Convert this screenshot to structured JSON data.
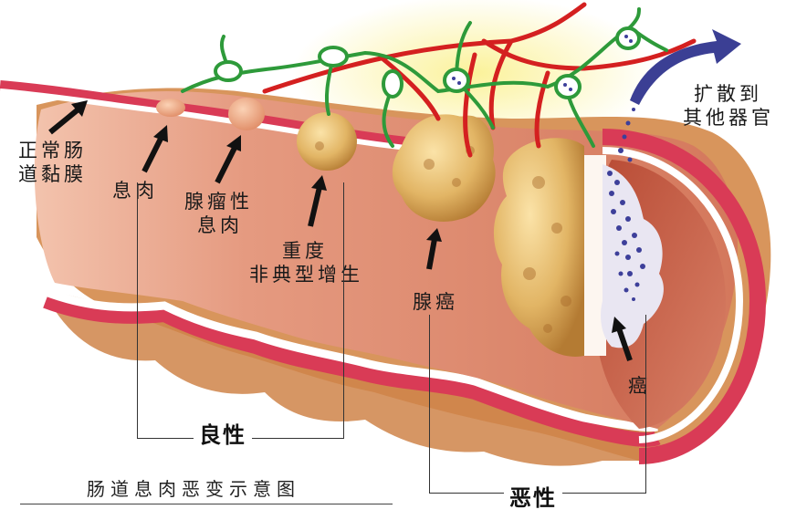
{
  "figure": {
    "title": "肠道息肉恶变示意图",
    "labels": {
      "normal_mucosa": [
        "正常肠",
        "道黏膜"
      ],
      "polyp": "息肉",
      "adenomatous_polyp": [
        "腺瘤性",
        "息肉"
      ],
      "severe_dysplasia": [
        "重度",
        "非典型增生"
      ],
      "adenocarcinoma": "腺癌",
      "cancer": "癌",
      "metastasis": [
        "扩散到",
        "其他器官"
      ]
    },
    "groups": {
      "benign": "良性",
      "malignant": "恶性"
    },
    "colors": {
      "mucosa": "#d9826a",
      "mucosa_dark": "#b8543f",
      "wall_red": "#d93b56",
      "outer_tan": "#d88a4f",
      "lymph_green": "#2e9a3a",
      "vessel_red": "#d42020",
      "tumor_yellow": "#e0b566",
      "cancer_blue": "#3d3f9a",
      "arrow_purple": "#3b3f94",
      "glow_yellow": "#fbf29a"
    }
  }
}
